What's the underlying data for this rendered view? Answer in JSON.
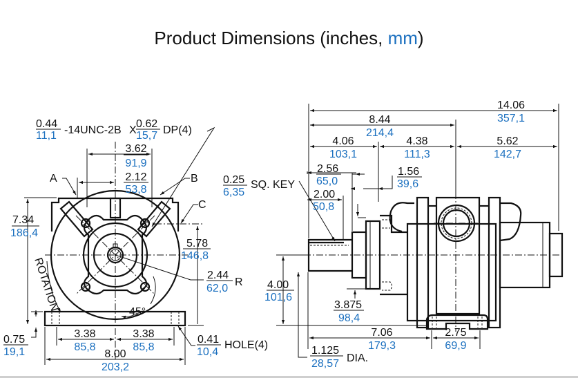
{
  "title": {
    "main": "Product Dimensions (inches, ",
    "unit": "mm",
    "close": ")"
  },
  "colors": {
    "inch_text": "#111111",
    "mm_text": "#1a6fbf",
    "lines": "#111111"
  },
  "front_view": {
    "thread_callout": {
      "dia_in": "0.44",
      "dia_mm": "11,1",
      "spec": "-14UNC-2B",
      "x": "X",
      "depth_in": "0.62",
      "depth_mm": "15,7",
      "suffix": "DP(4)"
    },
    "dims": [
      {
        "id": "bolt-span",
        "in": "3.62",
        "mm": "91,9"
      },
      {
        "id": "port-offset",
        "in": "2.12",
        "mm": "53,8"
      },
      {
        "id": "overall-height",
        "in": "7.34",
        "mm": "186,4"
      },
      {
        "id": "port-height",
        "in": "5.78",
        "mm": "146,8"
      },
      {
        "id": "radius",
        "in": "2.44",
        "mm": "62,0",
        "suffix": "R"
      },
      {
        "id": "base-thickness",
        "in": "0.75",
        "mm": "19,1"
      },
      {
        "id": "hole-left",
        "in": "3.38",
        "mm": "85,8"
      },
      {
        "id": "hole-right",
        "in": "3.38",
        "mm": "85,8"
      },
      {
        "id": "base-width",
        "in": "8.00",
        "mm": "203,2"
      },
      {
        "id": "hole-dia",
        "in": "0.41",
        "mm": "10,4",
        "suffix": "HOLE(4)"
      }
    ],
    "labels": {
      "a": "A",
      "b": "B",
      "c": "C",
      "rotation": "ROTATION",
      "angle": "45°"
    }
  },
  "side_view": {
    "dims": [
      {
        "id": "overall-length",
        "in": "14.06",
        "mm": "357,1"
      },
      {
        "id": "shaft-to-port",
        "in": "8.44",
        "mm": "214,4"
      },
      {
        "id": "shaft-to-foot",
        "in": "4.06",
        "mm": "103,1"
      },
      {
        "id": "foot-to-port",
        "in": "4.38",
        "mm": "111,3"
      },
      {
        "id": "port-to-end",
        "in": "5.62",
        "mm": "142,7"
      },
      {
        "id": "shaft-length",
        "in": "2.56",
        "mm": "65,0"
      },
      {
        "id": "flange-offset",
        "in": "1.56",
        "mm": "39,6"
      },
      {
        "id": "key-length",
        "in": "2.00",
        "mm": "50,8"
      },
      {
        "id": "key-size",
        "in": "0.25",
        "mm": "6,35",
        "suffix": "SQ. KEY"
      },
      {
        "id": "shaft-height",
        "in": "4.00",
        "mm": "101,6"
      },
      {
        "id": "housing-height",
        "in": "3.875",
        "mm": "98,4"
      },
      {
        "id": "shaft-to-hole",
        "in": "7.06",
        "mm": "179,3"
      },
      {
        "id": "hole-spacing",
        "in": "2.75",
        "mm": "69,9"
      },
      {
        "id": "shaft-dia",
        "in": "1.125",
        "mm": "28,57",
        "suffix": "DIA."
      }
    ]
  }
}
